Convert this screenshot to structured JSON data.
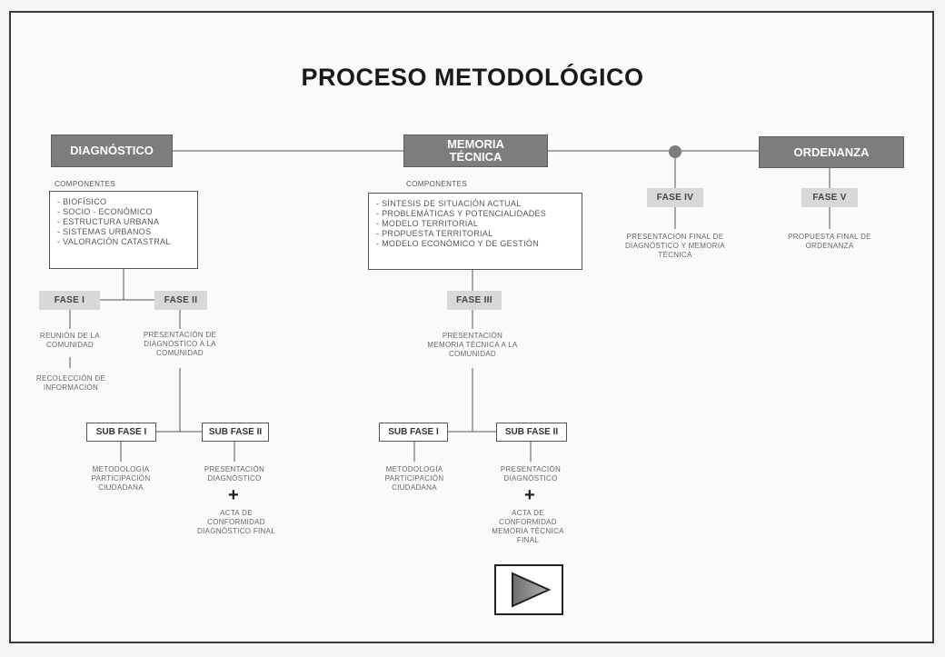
{
  "title": "PROCESO METODOLÓGICO",
  "headers": {
    "diagnostico": "DIAGNÓSTICO",
    "memoria": "MEMORIA TÉCNICA",
    "ordenanza": "ORDENANZA"
  },
  "diagnostico": {
    "componentes_label": "COMPONENTES",
    "componentes": [
      "- BIOFÍSICO",
      "- SOCIO - ECONÓMICO",
      "- ESTRUCTURA URBANA",
      "- SISTEMAS URBANOS",
      "- VALORACIÓN CATASTRAL"
    ],
    "fase1": "FASE I",
    "fase2": "FASE II",
    "fase1_text": "REUNIÓN DE LA COMUNIDAD",
    "fase1_text2": "RECOLECCIÓN DE INFORMACIÓN",
    "fase2_text": "PRESENTACIÓN DE DIAGNÓSTICO A LA COMUNIDAD",
    "subfase1": "SUB FASE I",
    "subfase2": "SUB FASE II",
    "subfase1_text": "METODOLOGÍA PARTICIPACIÓN CIUDADANA",
    "subfase2_text": "PRESENTACIÓN DIAGNÓSTICO",
    "plus": "+",
    "subfase2_text2": "ACTA DE CONFORMIDAD DIAGNÓSTICO FINAL"
  },
  "memoria": {
    "componentes_label": "COMPONENTES",
    "componentes": [
      "- SÍNTESIS DE SITUACIÓN ACTUAL",
      "- PROBLEMÁTICAS Y POTENCIALIDADES",
      "- MODELO TERRITORIAL",
      "- PROPUESTA TERRITORIAL",
      "- MODELO ECONÓMICO Y DE GESTIÓN"
    ],
    "fase3": "FASE III",
    "fase3_text": "PRESENTACIÓN MEMORIA TÉCNICA A LA COMUNIDAD",
    "subfase1": "SUB FASE I",
    "subfase2": "SUB FASE II",
    "subfase1_text": "METODOLOGÍA PARTICIPACIÓN CIUDADANA",
    "subfase2_text": "PRESENTACIÓN DIAGNÓSTICO",
    "plus": "+",
    "subfase2_text2": "ACTA DE CONFORMIDAD MEMORIA TÉCNICA FINAL"
  },
  "fase4": {
    "label": "FASE IV",
    "text": "PRESENTACIÓN FINAL DE DIAGNÓSTICO Y MEMORIA TÉCNICA"
  },
  "fase5": {
    "label": "FASE V",
    "text": "PROPUESTA FINAL DE ORDENANZA"
  },
  "play_icon": "play-icon",
  "colors": {
    "header_bg": "#7d7d80",
    "fase_bg": "#d8d8d6",
    "play_fill": "#8a8a8a"
  }
}
